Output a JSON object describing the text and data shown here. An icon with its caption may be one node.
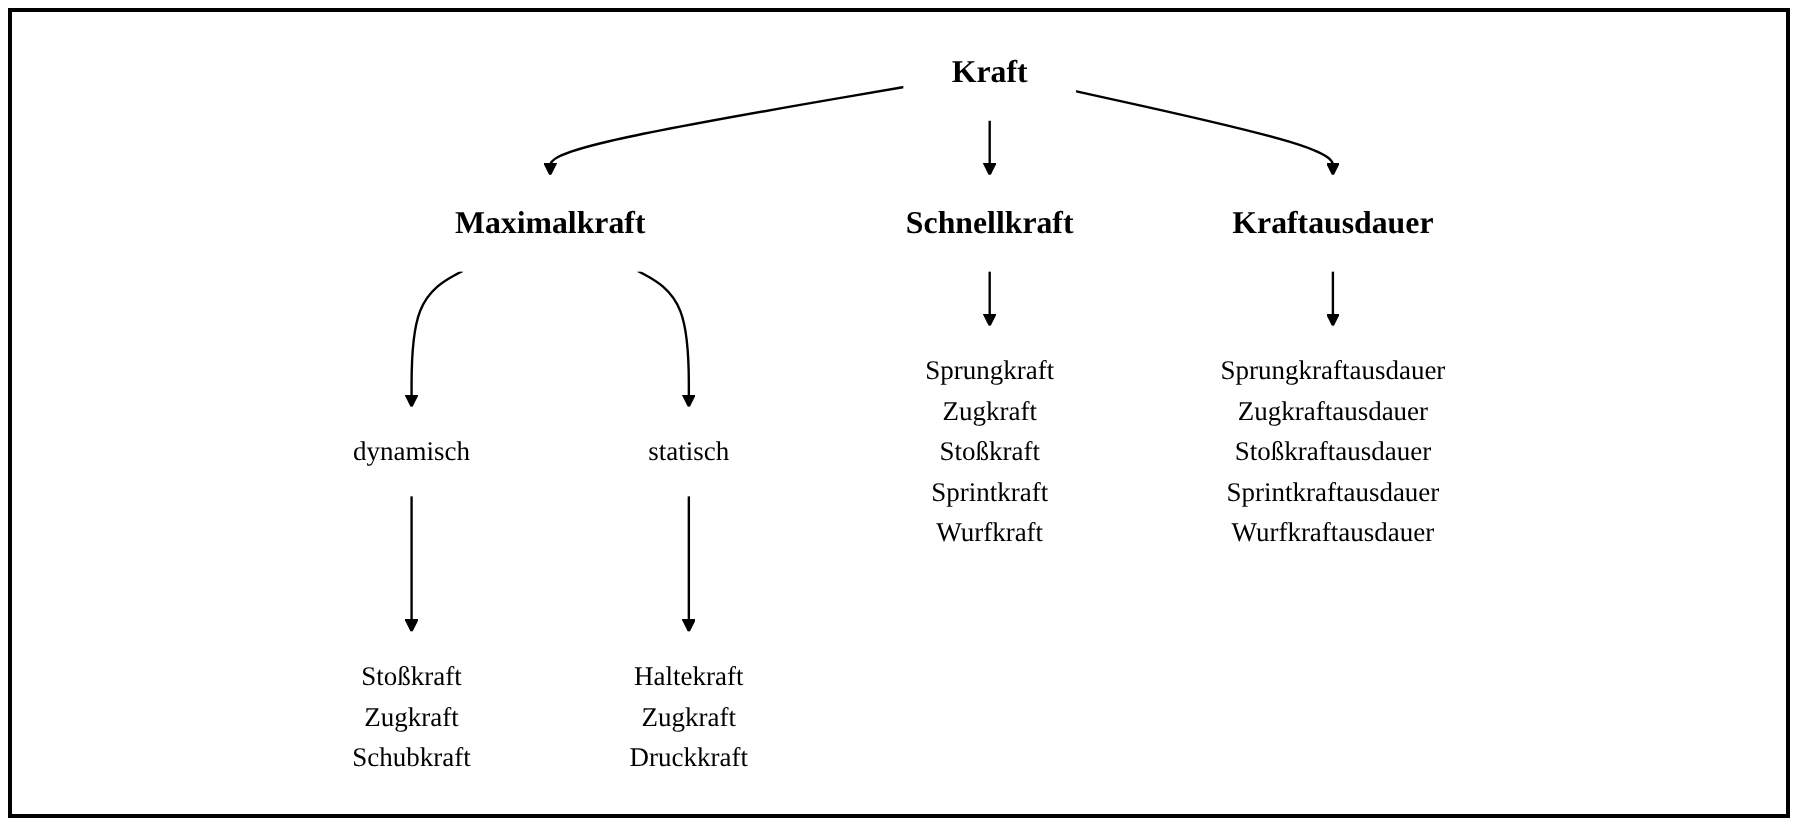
{
  "diagram": {
    "nodes": [
      {
        "text": [
          "Kraft"
        ]
      },
      {
        "text": [
          "Maximalkraft"
        ]
      },
      {
        "text": [
          "Schnellkraft"
        ]
      },
      {
        "text": [
          "Kraftausdauer"
        ]
      },
      {
        "text": [
          "dynamisch"
        ]
      },
      {
        "text": [
          "statisch"
        ]
      },
      {
        "text": [
          "Stoßkraft",
          "Zugkraft",
          "Schubkraft"
        ]
      },
      {
        "text": [
          "Haltekraft",
          "Zugkraft",
          "Druckkraft"
        ]
      },
      {
        "text": [
          "Sprungkraft",
          "Zugkraft",
          "Stoßkraft",
          "Sprintkraft",
          "Wurfkraft"
        ]
      },
      {
        "text": [
          "Sprungkraftausdauer",
          "Zugkraftausdauer",
          "Stoßkraftausdauer",
          "Sprintkraftausdauer",
          "Wurfkraftausdauer"
        ]
      }
    ],
    "edges": [
      {
        "from": 0,
        "to": 1,
        "arrow": "to"
      },
      {
        "from": 0,
        "to": 2,
        "arrow": "to"
      },
      {
        "from": 0,
        "to": 3,
        "arrow": "to"
      },
      {
        "from": 1,
        "to": 4,
        "arrow": "to"
      },
      {
        "from": 1,
        "to": 5,
        "arrow": "to"
      },
      {
        "from": 4,
        "to": 6,
        "arrow": "to"
      },
      {
        "from": 5,
        "to": 7,
        "arrow": "to"
      },
      {
        "from": 2,
        "to": 8,
        "arrow": "to"
      },
      {
        "from": 3,
        "to": 9,
        "arrow": "to"
      }
    ]
  }
}
